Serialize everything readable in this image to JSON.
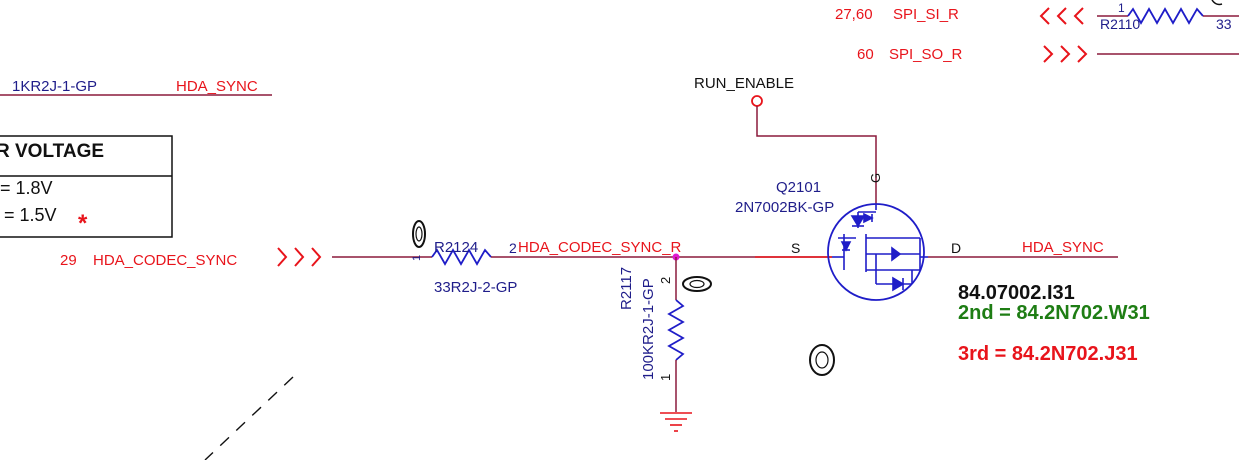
{
  "top_right": {
    "spi_si_ref": "27,60",
    "spi_si_net": "SPI_SI_R",
    "spi_so_ref": "60",
    "spi_so_net": "SPI_SO_R",
    "r2110_ref": "R2110",
    "r2110_pin1": "1",
    "r2110_value_fragment": "33"
  },
  "left_top": {
    "resistor_value": "1KR2J-1-GP",
    "net": "HDA_SYNC"
  },
  "voltage_table": {
    "header": "R VOLTAGE",
    "row1": "= 1.8V",
    "row2": "= 1.5V",
    "mark": "*"
  },
  "input": {
    "ref": "29",
    "net": "HDA_CODEC_SYNC"
  },
  "r2124": {
    "ref": "R2124",
    "value": "33R2J-2-GP",
    "pin1": "1",
    "pin2": "2"
  },
  "mid_net": "HDA_CODEC_SYNC_R",
  "r2117": {
    "ref": "R2117",
    "value": "100KR2J-1-GP",
    "pin1": "1",
    "pin2": "2"
  },
  "run_enable": "RUN_ENABLE",
  "q2101": {
    "ref": "Q2101",
    "part": "2N7002BK-GP",
    "pin_g": "G",
    "pin_s": "S",
    "pin_d": "D"
  },
  "output_net": "HDA_SYNC",
  "part_numbers": {
    "main": "84.07002.I31",
    "second": "2nd = 84.2N702.W31",
    "third": "3rd = 84.2N702.J31"
  },
  "colors": {
    "net_wire": "#8b1a3c",
    "net_label": "#e8141b",
    "component": "#1f1dc8",
    "part_label": "#1f1d8a"
  }
}
